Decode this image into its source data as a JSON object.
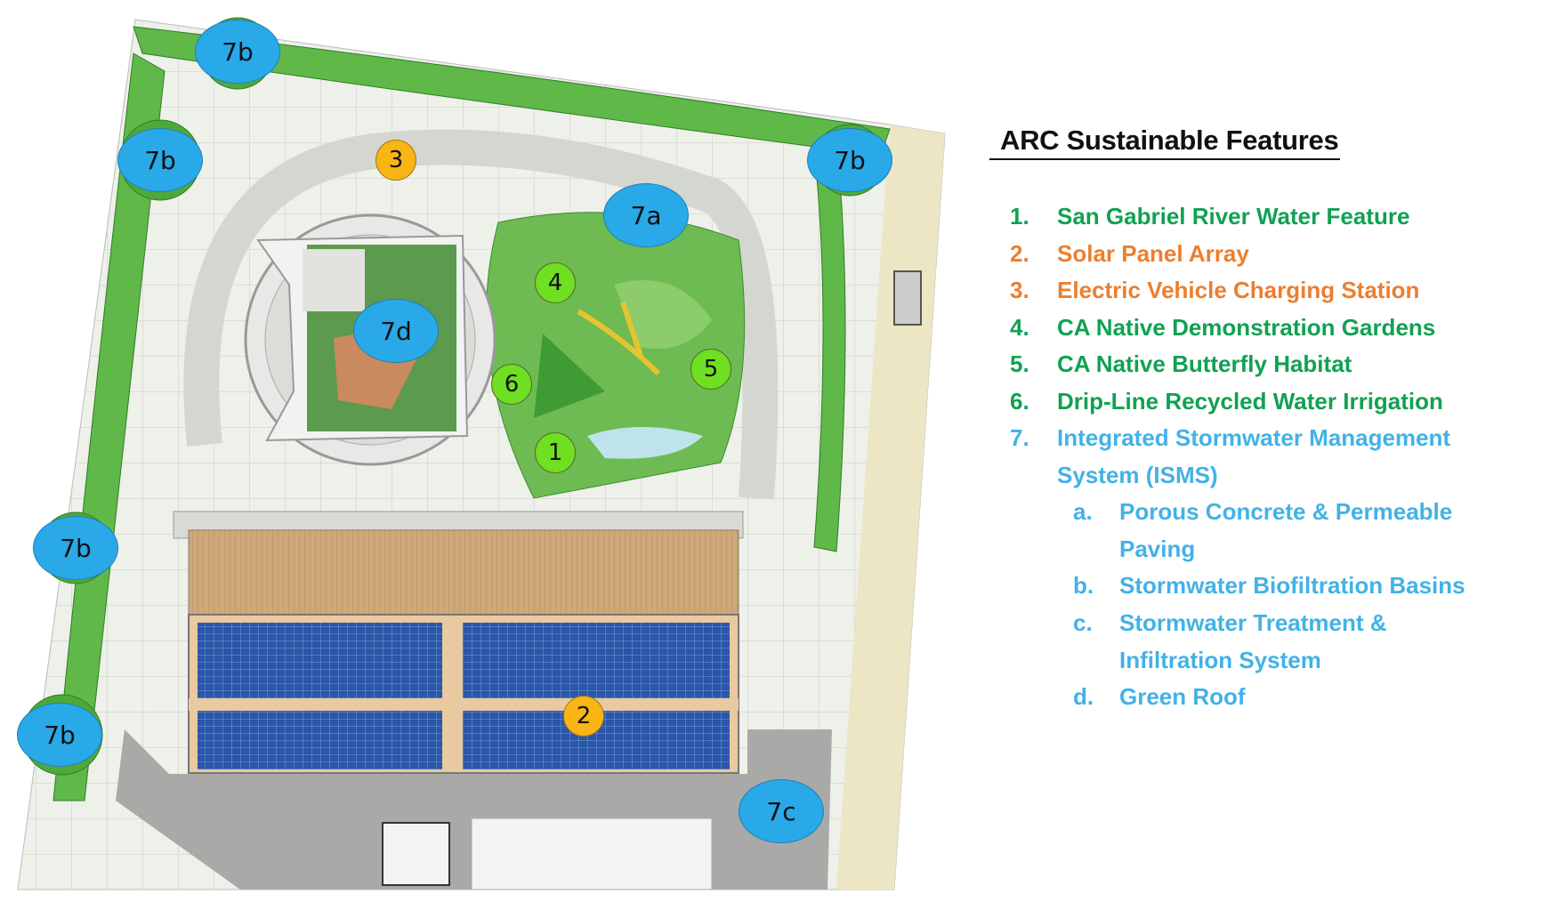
{
  "legend": {
    "title": "ARC Sustainable Features",
    "items": [
      {
        "num": "1.",
        "text": "San Gabriel River Water Feature",
        "color": "#11a152"
      },
      {
        "num": "2.",
        "text": "Solar Panel Array",
        "color": "#ec7e2f"
      },
      {
        "num": "3.",
        "text": "Electric Vehicle Charging Station",
        "color": "#ec7e2f"
      },
      {
        "num": "4.",
        "text": "CA Native Demonstration Gardens",
        "color": "#11a152"
      },
      {
        "num": "5.",
        "text": "CA Native Butterfly Habitat",
        "color": "#11a152"
      },
      {
        "num": "6.",
        "text": "Drip-Line Recycled Water Irrigation",
        "color": "#11a152"
      },
      {
        "num": "7.",
        "text": "Integrated Stormwater Management",
        "text2": "System (ISMS)",
        "color": "#42b2e6"
      }
    ],
    "subitems": [
      {
        "num": "a.",
        "text": "Porous Concrete & Permeable",
        "text2": "Paving"
      },
      {
        "num": "b.",
        "text": "Stormwater Biofiltration Basins"
      },
      {
        "num": "c.",
        "text": "Stormwater Treatment &",
        "text2": "Infiltration System"
      },
      {
        "num": "d.",
        "text": "Green Roof"
      }
    ]
  },
  "markers": {
    "m7b_1": "7b",
    "m7b_2": "7b",
    "m7b_3": "7b",
    "m7b_4": "7b",
    "m7b_5": "7b",
    "m7a": "7a",
    "m7c": "7c",
    "m7d": "7d",
    "m1": "1",
    "m2": "2",
    "m3": "3",
    "m4": "4",
    "m5": "5",
    "m6": "6"
  },
  "colors": {
    "stormwater": "#29a9e8",
    "green_feature": "#6fe021",
    "orange_feature": "#f9b514"
  }
}
